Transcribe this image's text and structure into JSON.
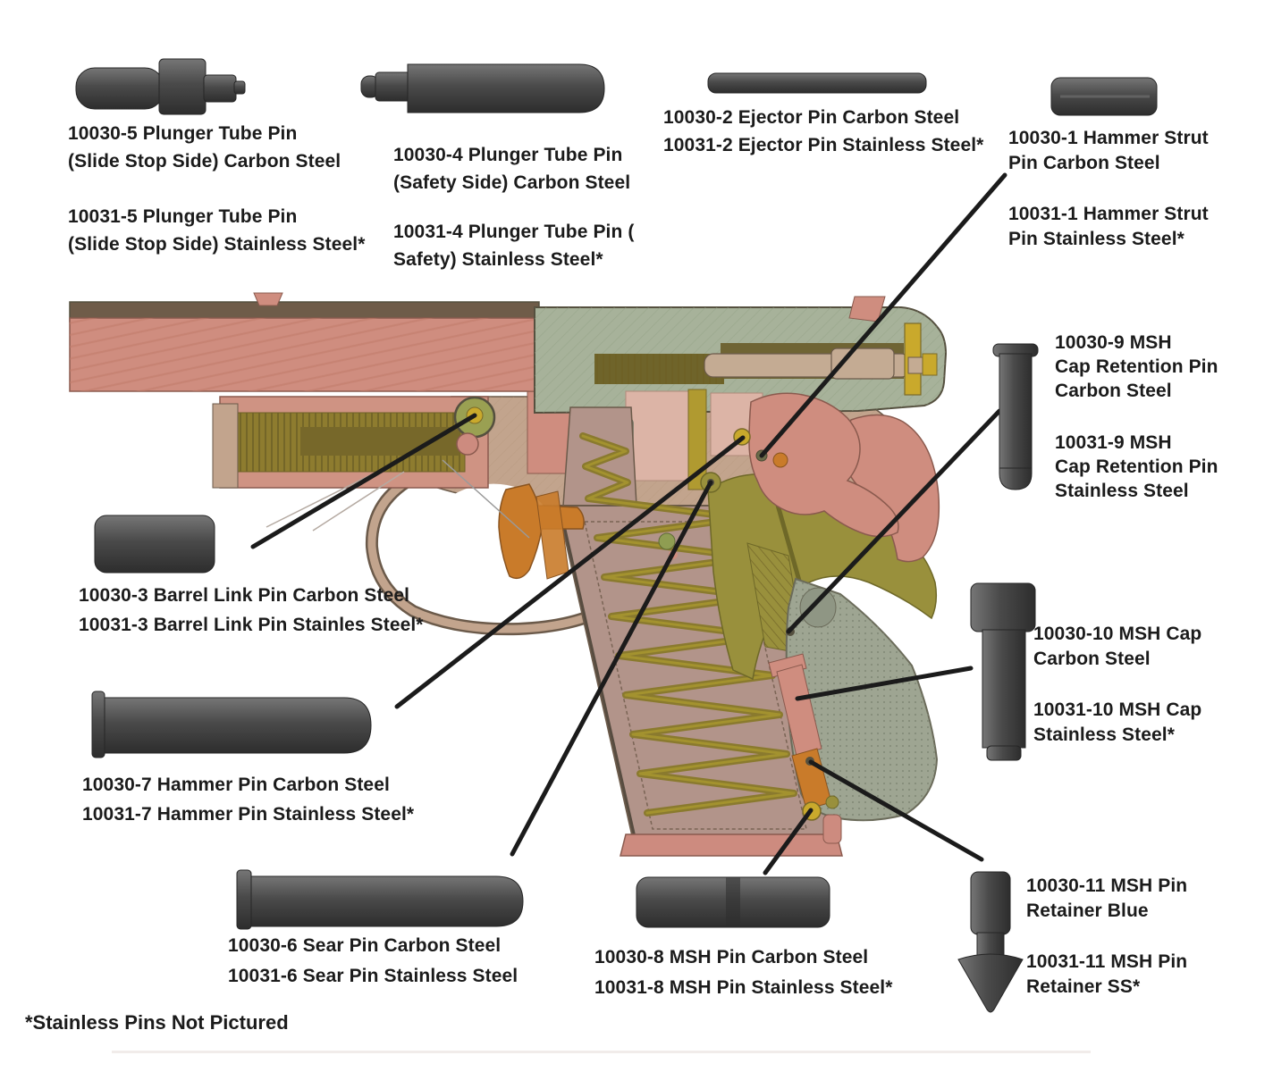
{
  "description": "Exploded parts diagram: cutaway illustration of an M1911 pistol with callout lines pointing to replacement pin locations, surrounded by photos of each pin",
  "footnote": "*Stainless Pins Not Pictured",
  "colors": {
    "background": "#ffffff",
    "text": "#1b1b1b",
    "callout_line": "#1b1b1b",
    "pin_steel_dark": "#474747",
    "barrel_salmon": "#cf8d7f",
    "slide_green": "#a7b29a",
    "frame_tan": "#c2a48d",
    "grip_mauve": "#b2948a",
    "spring_olive": "#8e7c2f",
    "mainspring_housing_gray": "#9ea592",
    "trigger_orange": "#c97b2a",
    "accent_yellow": "#c9a92c"
  },
  "parts": {
    "plunger_slide_stop": {
      "carbon": [
        "10030-5 Plunger Tube Pin",
        "(Slide Stop Side) Carbon Steel"
      ],
      "stainless": [
        "10031-5 Plunger Tube Pin",
        "(Slide Stop Side) Stainless Steel*"
      ]
    },
    "plunger_safety": {
      "carbon": [
        "10030-4 Plunger Tube Pin",
        "(Safety Side) Carbon Steel"
      ],
      "stainless": [
        "10031-4 Plunger Tube Pin (",
        "Safety) Stainless Steel*"
      ]
    },
    "ejector": {
      "carbon": [
        "10030-2 Ejector Pin Carbon Steel"
      ],
      "stainless": [
        "10031-2 Ejector Pin Stainless Steel*"
      ]
    },
    "hammer_strut": {
      "carbon": [
        "10030-1 Hammer Strut",
        "Pin Carbon Steel"
      ],
      "stainless": [
        "10031-1 Hammer Strut",
        "Pin Stainless Steel*"
      ]
    },
    "msh_cap_retention": {
      "carbon": [
        "10030-9 MSH",
        "Cap Retention Pin",
        "Carbon Steel"
      ],
      "stainless": [
        "10031-9 MSH",
        "Cap Retention Pin",
        "Stainless Steel"
      ]
    },
    "msh_cap": {
      "carbon": [
        "10030-10 MSH Cap",
        "Carbon Steel"
      ],
      "stainless": [
        "10031-10 MSH Cap",
        "Stainless Steel*"
      ]
    },
    "msh_retainer": {
      "carbon": [
        "10030-11 MSH Pin",
        "Retainer Blue"
      ],
      "stainless": [
        "10031-11 MSH Pin",
        "Retainer SS*"
      ]
    },
    "barrel_link": {
      "carbon": [
        "10030-3 Barrel Link Pin Carbon Steel"
      ],
      "stainless": [
        "10031-3 Barrel Link Pin Stainles Steel*"
      ]
    },
    "hammer_pin": {
      "carbon": [
        "10030-7 Hammer Pin Carbon Steel"
      ],
      "stainless": [
        "10031-7 Hammer Pin Stainless Steel*"
      ]
    },
    "sear_pin": {
      "carbon": [
        "10030-6 Sear Pin Carbon Steel"
      ],
      "stainless": [
        "10031-6 Sear Pin Stainless Steel"
      ]
    },
    "msh_pin": {
      "carbon": [
        "10030-8 MSH Pin Carbon Steel"
      ],
      "stainless": [
        "10031-8 MSH Pin Stainless Steel*"
      ]
    }
  }
}
